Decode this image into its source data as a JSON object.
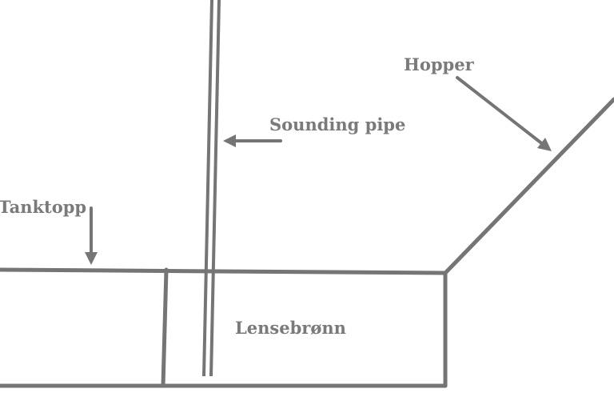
{
  "labels": {
    "hopper": "Hopper",
    "sounding_pipe": "Sounding pipe",
    "tanktopp": "Tanktopp",
    "lensebronn": "Lensebrønn"
  },
  "colors": {
    "line": "#757575",
    "text": "#7a7a7a",
    "background": "#ffffff"
  }
}
